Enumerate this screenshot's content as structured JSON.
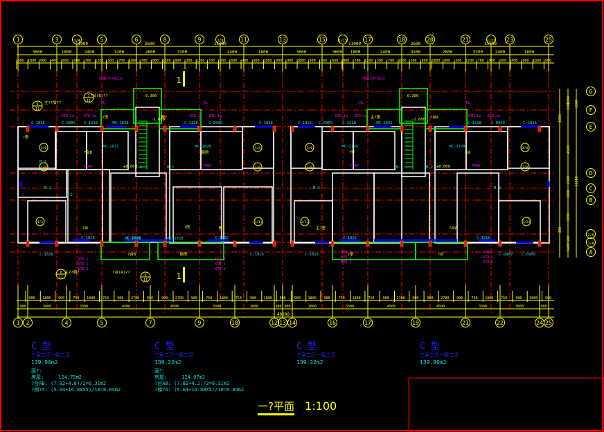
{
  "drawing": {
    "title": "一?平面",
    "scale": "1:100",
    "total_length": "49200",
    "section_marker": "1",
    "colors": {
      "background": "#000000",
      "frame": "#ff0000",
      "axis": "#ff0000",
      "dimension": "#ffff00",
      "wall": "#ffffff",
      "window": "#0000ff",
      "label_cyan": "#00e5e5",
      "label_magenta": "#ff00ff",
      "green": "#00ff00"
    }
  },
  "top_axes": [
    "1",
    "3",
    "1/4",
    "5",
    "6",
    "8",
    "9",
    "1/9",
    "11",
    "13",
    "15",
    "1/15",
    "17",
    "18",
    "20",
    "21",
    "1/21",
    "23",
    "25"
  ],
  "bottom_axes": [
    "1",
    "2",
    "4",
    "5",
    "7",
    "9",
    "10",
    "12",
    "13",
    "14",
    "16",
    "17",
    "19",
    "21",
    "22",
    "24",
    "25"
  ],
  "right_axes": [
    "G",
    "F",
    "E",
    "D",
    "C",
    "B",
    "2/A",
    "1/A",
    "A"
  ],
  "top_dims": {
    "overall": [
      "11000",
      "2600",
      "11000",
      "11000",
      "2600",
      "11000"
    ],
    "row2": [
      "3600",
      "1800",
      "2400",
      "3200",
      "2600",
      "3200",
      "2400",
      "1800",
      "3600",
      "3600",
      "1800",
      "2400",
      "3200",
      "2600",
      "3200",
      "2400",
      "1800",
      "3600"
    ],
    "row3": [
      "900",
      "1800",
      "900",
      "400",
      "600",
      "900",
      "700",
      "1200",
      "300",
      "700",
      "1800",
      "700",
      "800",
      "1800",
      "800",
      "300",
      "1200",
      "700",
      "900",
      "600",
      "400",
      "900",
      "1800",
      "900",
      "900",
      "1800",
      "900",
      "400",
      "600",
      "900",
      "700",
      "1200",
      "300",
      "700",
      "1800",
      "700",
      "800",
      "1800",
      "800",
      "300",
      "1200",
      "700",
      "900",
      "600",
      "400",
      "900",
      "1800",
      "900"
    ]
  },
  "bottom_dims": {
    "row1": [
      "900",
      "1800",
      "900",
      "750",
      "1800",
      "750",
      "900",
      "2700",
      "900",
      "900",
      "2700",
      "900",
      "750",
      "1800",
      "750",
      "900",
      "1800",
      "900",
      "900",
      "1800",
      "900",
      "750",
      "1800",
      "750",
      "900",
      "2700",
      "900",
      "900",
      "2700",
      "900",
      "750",
      "1800",
      "750",
      "900",
      "1800",
      "900"
    ],
    "row2": [
      "900",
      "3600",
      "3300",
      "4500",
      "4500",
      "3300",
      "3600",
      "900",
      "900",
      "3600",
      "3300",
      "4500",
      "4500",
      "3300",
      "3600",
      "900"
    ]
  },
  "right_dims": [
    "1800",
    "1500",
    "1800",
    "3300",
    "4500",
    "1500",
    "1000",
    "11300",
    "3700",
    "300",
    "600",
    "1400"
  ],
  "room_labels": {
    "windows": [
      "C-1816",
      "C-0909",
      "C-1218",
      "C-1218",
      "C-0909",
      "C-1816",
      "C-1816",
      "C-0909",
      "C-1218",
      "C-1218",
      "C-0909",
      "C-1816",
      "C-1816",
      "C-1816",
      "C-1816",
      "C-1816",
      "C-1816",
      "C-1816",
      "C-1816",
      "C-1816",
      "C-0909",
      "C-0909"
    ],
    "doors_mc": [
      "MC-1828",
      "MC-2021",
      "MC-1828",
      "MC-2021",
      "MC-2728",
      "MC-2728",
      "MC-2728",
      "MC-2728"
    ],
    "doors_m": [
      "M-1",
      "M-2",
      "M-3"
    ],
    "rooms": [
      "?室",
      "?台",
      "?房",
      "餐?",
      "主?室",
      "?台A",
      "?台B",
      "厨房"
    ],
    "equipment": [
      "KTD 1a",
      "KTD 1",
      "KTD 2",
      "PDAY",
      "DL"
    ],
    "annotations": [
      "地漏(污?水口)",
      "?台(B)??",
      "主??加??",
      "主??面?",
      "?台(A)??"
    ],
    "elevations": [
      "0.300",
      "-2.600",
      "±0.000"
    ],
    "detail_refs": [
      {
        "num": "9",
        "sheet": "11"
      },
      {
        "num": "7",
        "sheet": "11"
      },
      {
        "num": "8",
        "sheet": "11"
      },
      {
        "num": "9",
        "sheet": "11"
      }
    ]
  },
  "unit_info": [
    {
      "type": "C 型",
      "subtitle": "三室二厅一厨二卫",
      "area": "139.90m2",
      "details": [
        "面?:",
        "房屋:     124.75m2",
        "?台AB: (7.82+4.8)/2=6.31m2",
        "?梯?4: (5.04+16.88X5)/10=8.84m2"
      ]
    },
    {
      "type": "C 型",
      "subtitle": "三室二厅一厨二卫",
      "area": "139.22m2",
      "details": [
        "面?:",
        "房屋:     124.07m2",
        "?台AB: (7.82+4.2)/2=6.31m2",
        "?梯?4: (5.04+16.88X5)/10=8.84m2"
      ]
    },
    {
      "type": "C 型",
      "subtitle": "三室二厅一厨二卫",
      "area": "139.22m2",
      "details": []
    },
    {
      "type": "C 型",
      "subtitle": "三室二厅一厨二卫",
      "area": "139.90m2",
      "details": []
    }
  ]
}
